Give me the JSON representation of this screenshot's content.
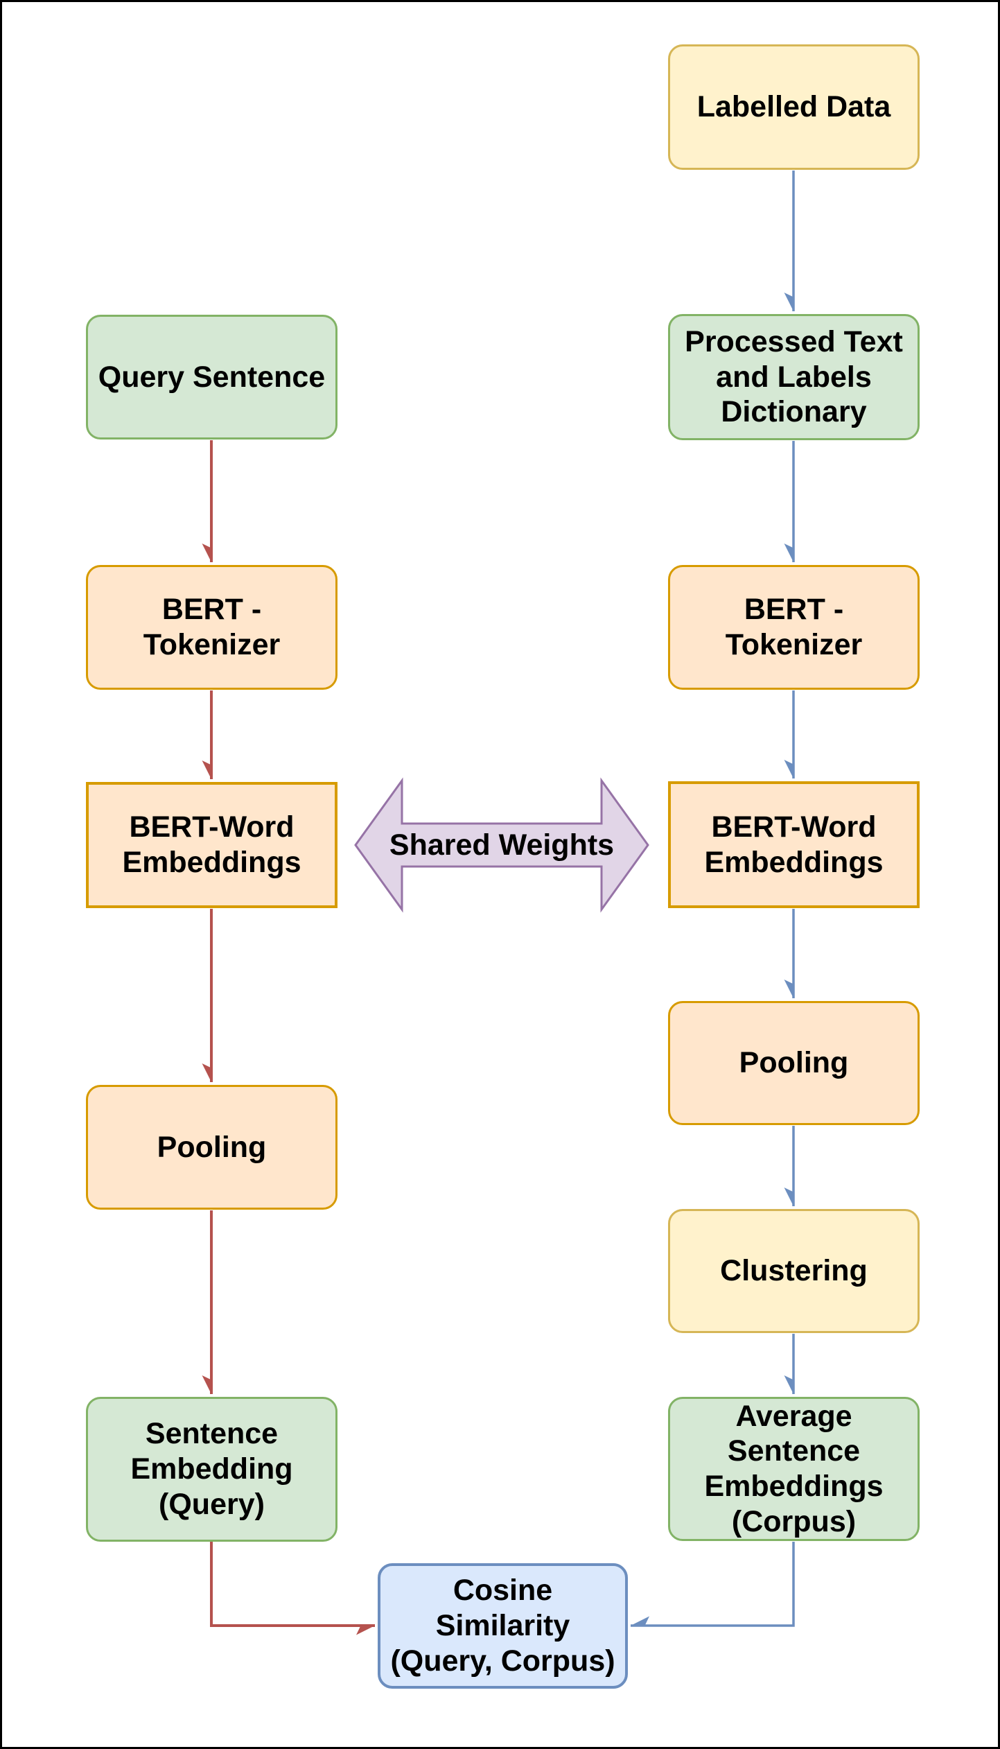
{
  "diagram": {
    "type": "flowchart",
    "description": "SBERT-style sentence similarity pipeline",
    "background_color": "#ffffff",
    "frame_color": "#000000"
  },
  "palette": {
    "yellow_fill": "#fff2cc",
    "yellow_stroke": "#d6b656",
    "green_fill": "#d5e8d4",
    "green_stroke": "#82b366",
    "orange_fill": "#ffe6cc",
    "orange_stroke": "#d79b00",
    "blue_fill": "#dae8fc",
    "blue_stroke": "#6c8ebf",
    "purple_fill": "#e1d5e7",
    "purple_stroke": "#9673a6",
    "red_arrow": "#b5524e",
    "blue_arrow": "#6c8ebf",
    "text_color": "#000000"
  },
  "nodes": {
    "labelled_data": {
      "label": "Labelled Data",
      "color": "yellow"
    },
    "processed_text": {
      "label": "Processed Text\nand Labels\nDictionary",
      "color": "green"
    },
    "query_sentence": {
      "label": "Query Sentence",
      "color": "green"
    },
    "bert_tokenizer_left": {
      "label": "BERT -\nTokenizer",
      "color": "orange"
    },
    "bert_tokenizer_right": {
      "label": "BERT -\nTokenizer",
      "color": "orange"
    },
    "bert_word_left": {
      "label": "BERT-Word\nEmbeddings",
      "color": "orange"
    },
    "bert_word_right": {
      "label": "BERT-Word\nEmbeddings",
      "color": "orange"
    },
    "pooling_left": {
      "label": "Pooling",
      "color": "orange"
    },
    "pooling_right": {
      "label": "Pooling",
      "color": "orange"
    },
    "clustering": {
      "label": "Clustering",
      "color": "yellow"
    },
    "sentence_embedding_query": {
      "label": "Sentence\nEmbedding\n(Query)",
      "color": "green"
    },
    "avg_sentence_embeddings": {
      "label": "Average\nSentence\nEmbeddings\n(Corpus)",
      "color": "green"
    },
    "cosine_similarity": {
      "label": "Cosine\nSimilarity\n(Query, Corpus)",
      "color": "blue"
    }
  },
  "connector_label": {
    "label": "Shared Weights",
    "color": "purple"
  },
  "edges": [
    {
      "from": "labelled_data",
      "to": "processed_text",
      "color": "blue"
    },
    {
      "from": "processed_text",
      "to": "bert_tokenizer_right",
      "color": "blue"
    },
    {
      "from": "bert_tokenizer_right",
      "to": "bert_word_right",
      "color": "blue"
    },
    {
      "from": "bert_word_right",
      "to": "pooling_right",
      "color": "blue"
    },
    {
      "from": "pooling_right",
      "to": "clustering",
      "color": "blue"
    },
    {
      "from": "clustering",
      "to": "avg_sentence_embeddings",
      "color": "blue"
    },
    {
      "from": "avg_sentence_embeddings",
      "to": "cosine_similarity",
      "color": "blue"
    },
    {
      "from": "query_sentence",
      "to": "bert_tokenizer_left",
      "color": "red"
    },
    {
      "from": "bert_tokenizer_left",
      "to": "bert_word_left",
      "color": "red"
    },
    {
      "from": "bert_word_left",
      "to": "pooling_left",
      "color": "red"
    },
    {
      "from": "pooling_left",
      "to": "sentence_embedding_query",
      "color": "red"
    },
    {
      "from": "sentence_embedding_query",
      "to": "cosine_similarity",
      "color": "red"
    },
    {
      "from": "bert_word_left",
      "to": "bert_word_right",
      "color": "purple",
      "style": "double-arrow"
    }
  ]
}
